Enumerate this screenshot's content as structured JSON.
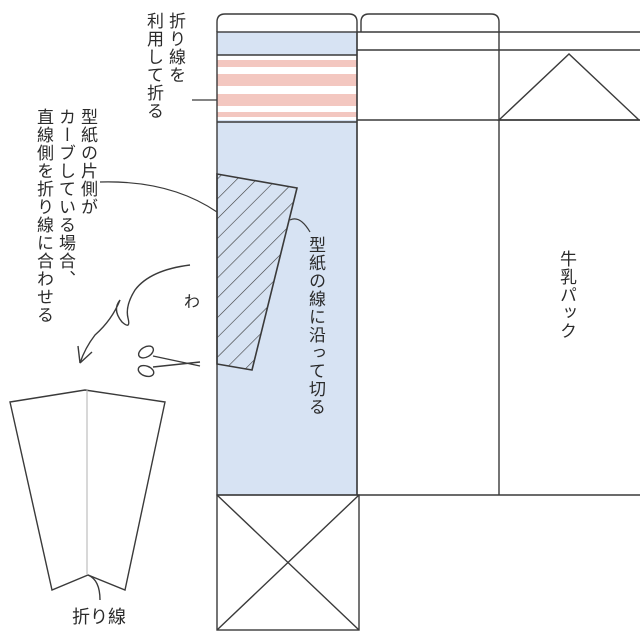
{
  "labels": {
    "fold_use": "折り線を\n利用して折る",
    "pattern_curve": "型紙の片側が\nカーブしている場合、\n直線側を折り線に合わせる",
    "cut_along": "型紙の線に沿って切る",
    "milk_carton": "牛乳パック",
    "fold_line": "折り線",
    "wa": "わ"
  },
  "colors": {
    "panel_blue": "#d7e3f3",
    "stripe_pink": "#f3c7c0",
    "line": "#3a3a3a"
  },
  "icons": {
    "scissors": "scissors-icon",
    "arrow": "curved-arrow-icon"
  }
}
